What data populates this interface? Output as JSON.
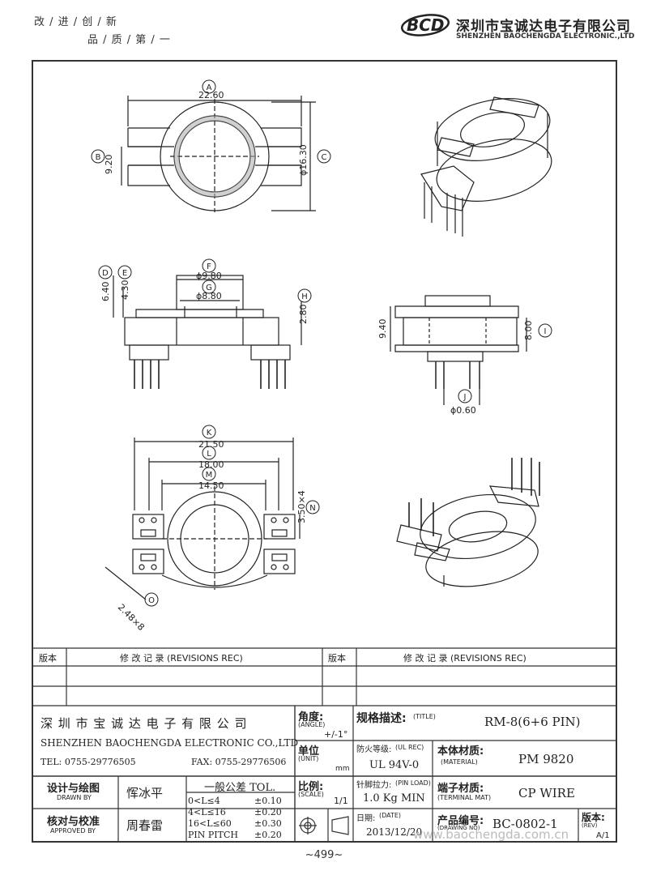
{
  "header": {
    "slogan_line1": "改 / 进 / 创 / 新",
    "slogan_line2": "品 / 质 / 第 / 一",
    "logo_text": "BCD",
    "company_cn": "深圳市宝诚达电子有限公司",
    "company_en": "SHENZHEN BAOCHENGDA ELECTRONIC.,LTD"
  },
  "drawing": {
    "labels": {
      "A": "A",
      "B": "B",
      "C": "C",
      "D": "D",
      "E": "E",
      "F": "F",
      "G": "G",
      "H": "H",
      "I": "I",
      "J": "J",
      "K": "K",
      "L": "L",
      "M": "M",
      "N": "N",
      "O": "O"
    },
    "dims": {
      "A": "22.60",
      "B": "9.20",
      "C": "ϕ16.30",
      "D": "6.40",
      "E": "4.30",
      "F": "ϕ9.80",
      "G": "ϕ8.80",
      "H": "2.80",
      "H2": "9.40",
      "I": "8.00",
      "J": "ϕ0.60",
      "K": "21.50",
      "L": "18.00",
      "M": "14.50",
      "N": "3.50×4",
      "O": "2.48×8"
    }
  },
  "revisions": {
    "col1_header": "版本",
    "col2_header": "修 改 记 录  (REVISIONS REC)",
    "col3_header": "版本",
    "col4_header": "修 改 记 录  (REVISIONS REC)"
  },
  "title_block": {
    "company_cn": "深 圳 市 宝 诚 达 电 子 有 限 公 司",
    "company_en": "SHENZHEN BAOCHENGDA ELECTRONIC CO.,LTD",
    "tel": "TEL: 0755-29776505",
    "fax": "FAX: 0755-29776506",
    "angle_label": "角度:",
    "angle_sub": "(ANGLE)",
    "angle_value": "+/-1°",
    "title_label": "规格描述:",
    "title_sub": "(TITLE)",
    "title_value": "RM-8(6+6 PIN)",
    "unit_label": "单位",
    "unit_sub": "(UNIT)",
    "unit_value": "mm",
    "ul_label": "防火等级:",
    "ul_sub": "(UL REC)",
    "ul_value": "UL 94V-0",
    "material_label": "本体材质:",
    "material_sub": "(MATERIAL)",
    "material_value": "PM 9820",
    "scale_label": "比例:",
    "scale_sub": "(SCALE)",
    "scale_value": "1/1",
    "pinload_label": "针脚拉力:",
    "pinload_sub": "(PIN LOAD)",
    "pinload_value": "1.0 Kg MIN",
    "terminal_label": "端子材质:",
    "terminal_sub": "(TERMINAL MAT)",
    "terminal_value": "CP WIRE",
    "date_label": "日期:",
    "date_sub": "(DATE)",
    "date_value": "2013/12/20",
    "drawing_no_label": "产品编号:",
    "drawing_no_sub": "(DRAWING NO)",
    "drawing_no_value": "BC-0802-1",
    "rev_label": "版本:",
    "rev_sub": "(REV)",
    "rev_value": "A/1",
    "drawn_label": "设计与绘图",
    "drawn_sub": "DRAWN BY",
    "drawn_value": "恽冰平",
    "approved_label": "核对与校准",
    "approved_sub": "APPROVED BY",
    "approved_value": "周春雷",
    "tol_title": "一般公差 TOL.",
    "tol_rows": [
      {
        "range": "0<L≤4",
        "tol": "±0.10"
      },
      {
        "range": "4<L≤16",
        "tol": "±0.20"
      },
      {
        "range": "16<L≤60",
        "tol": "±0.30"
      },
      {
        "range": "PIN PITCH",
        "tol": "±0.20"
      }
    ],
    "watermark": "www.baochengda.com.cn"
  },
  "page_number": "~499~"
}
